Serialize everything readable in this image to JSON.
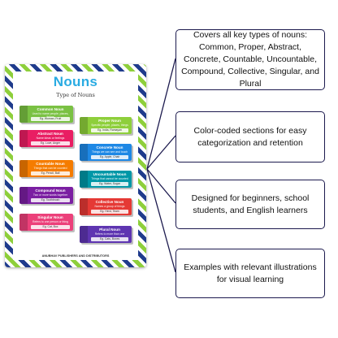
{
  "poster": {
    "title": "Nouns",
    "subtitle": "Type of Nouns",
    "publisher": "ANUBHAV PUBLISHERS AND DISTRIBUTORS",
    "cards": [
      {
        "title": "Common Noun",
        "desc": "Used to name people, places, things",
        "example": "Eg. Woman, Fruit",
        "color": "#7ac143"
      },
      {
        "title": "Proper Noun",
        "desc": "Specific people, places, things",
        "example": "Eg. India, Ramayan",
        "color": "#8ecf3b"
      },
      {
        "title": "Abstract Noun",
        "desc": "Name ideas or feelings",
        "example": "Eg. Love, Anger",
        "color": "#e91e63"
      },
      {
        "title": "Concrete Noun",
        "desc": "Things we can see and touch",
        "example": "Eg. Apple, Chair",
        "color": "#1e88e5"
      },
      {
        "title": "Countable Noun",
        "desc": "Things that can be counted",
        "example": "Eg. Pencil, Ball",
        "color": "#f57c00"
      },
      {
        "title": "Uncountable Noun",
        "desc": "Things that cannot be counted",
        "example": "Eg. Water, Sugar",
        "color": "#0097a7"
      },
      {
        "title": "Compound Noun",
        "desc": "Two or more words together",
        "example": "Eg. Toothbrush",
        "color": "#7b1fa2"
      },
      {
        "title": "Collective Noun",
        "desc": "Names a group of things",
        "example": "Eg. Herd, Team",
        "color": "#e53935"
      },
      {
        "title": "Singular Noun",
        "desc": "Refers to one person or thing",
        "example": "Eg. Cat, Box",
        "color": "#ec407a"
      },
      {
        "title": "Plural Noun",
        "desc": "Refers to more than one",
        "example": "Eg. Cats, Boxes",
        "color": "#5e35b1"
      }
    ]
  },
  "features": [
    "Covers all key types of nouns: Common, Proper, Abstract, Concrete, Countable, Uncountable, Compound, Collective, Singular, and Plural",
    "Color-coded sections for easy categorization and retention",
    "Designed for beginners, school students, and English learners",
    "Examples with relevant illustrations for visual learning"
  ],
  "colors": {
    "border_navy": "#1c1a4e",
    "title_blue": "#29abe2",
    "stripe_blue": "#1f3b8c",
    "stripe_green": "#8ecf3b"
  }
}
